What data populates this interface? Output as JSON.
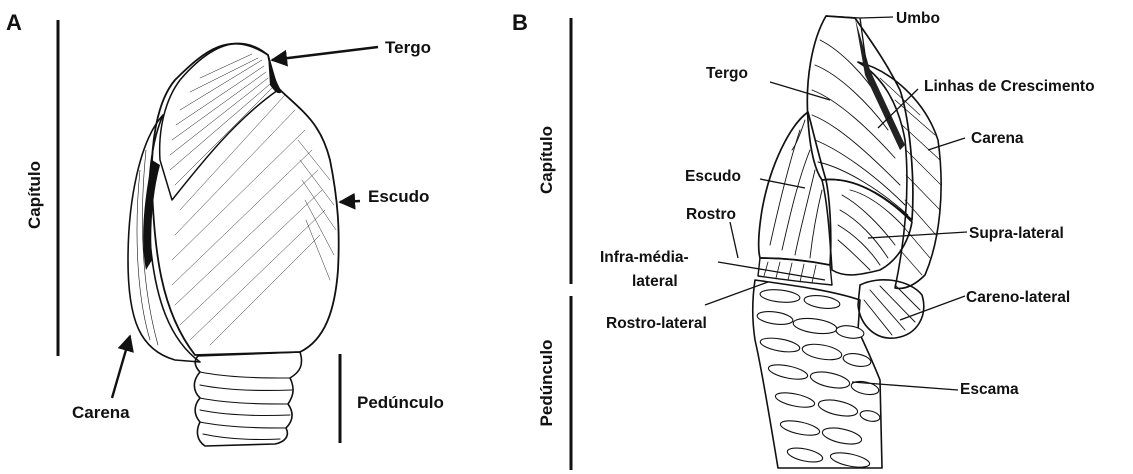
{
  "panel_a": {
    "letter": "A",
    "labels": {
      "tergo": "Tergo",
      "escudo": "Escudo",
      "carena": "Carena",
      "capitulo": "Capítulo",
      "pedunculo": "Pedúnculo"
    }
  },
  "panel_b": {
    "letter": "B",
    "labels": {
      "umbo": "Umbo",
      "tergo": "Tergo",
      "linhas": "Linhas de Crescimento",
      "carena": "Carena",
      "escudo": "Escudo",
      "rostro": "Rostro",
      "supra_lateral": "Supra-lateral",
      "infra_line1": "Infra-média-",
      "infra_line2": "lateral",
      "careno_lateral": "Careno-lateral",
      "rostro_lateral": "Rostro-lateral",
      "escama": "Escama",
      "capitulo": "Capítulo",
      "pedunculo": "Pedúnculo"
    }
  },
  "colors": {
    "ink": "#111111",
    "background": "#ffffff",
    "stipple": "#666666"
  }
}
